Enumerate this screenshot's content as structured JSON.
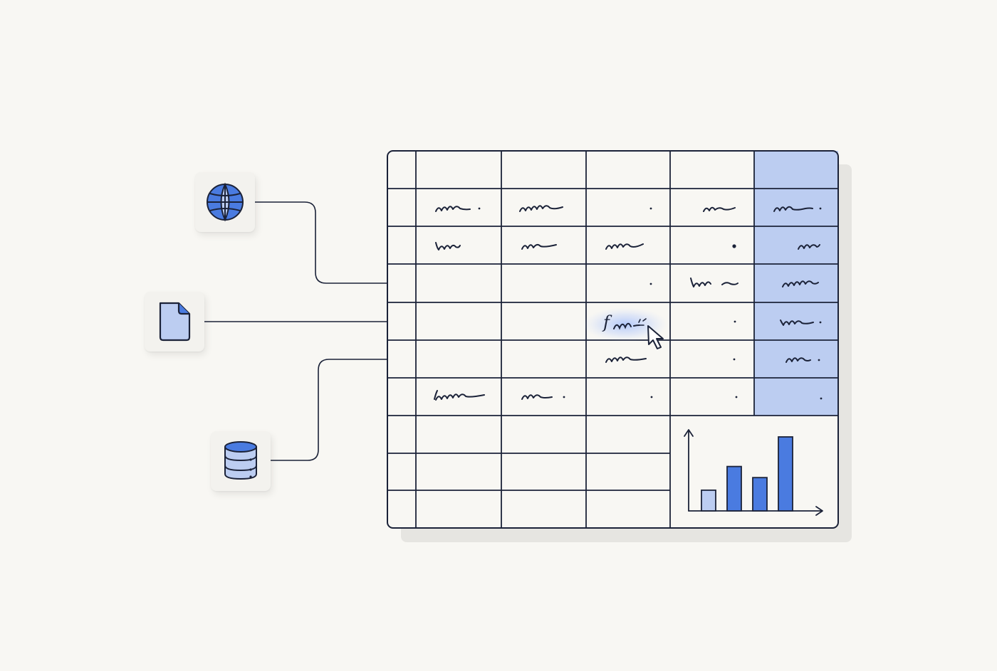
{
  "colors": {
    "background": "#f8f7f3",
    "ink": "#1b2238",
    "accent": "#4a7be0",
    "accent_light": "#bccdf1",
    "shadow": "#e6e5e1"
  },
  "sources": [
    {
      "icon": "globe-icon"
    },
    {
      "icon": "document-icon"
    },
    {
      "icon": "database-icon"
    }
  ],
  "grid": {
    "columns": 6,
    "rows": 10,
    "highlighted_column": 5
  },
  "formula_cell": {
    "glyph": "f",
    "icon": "cursor-icon"
  },
  "chart_data": {
    "type": "bar",
    "values": [
      0.28,
      0.6,
      0.45,
      1.0
    ],
    "title": "",
    "xlabel": "",
    "ylabel": "",
    "ylim": [
      0,
      1
    ]
  }
}
